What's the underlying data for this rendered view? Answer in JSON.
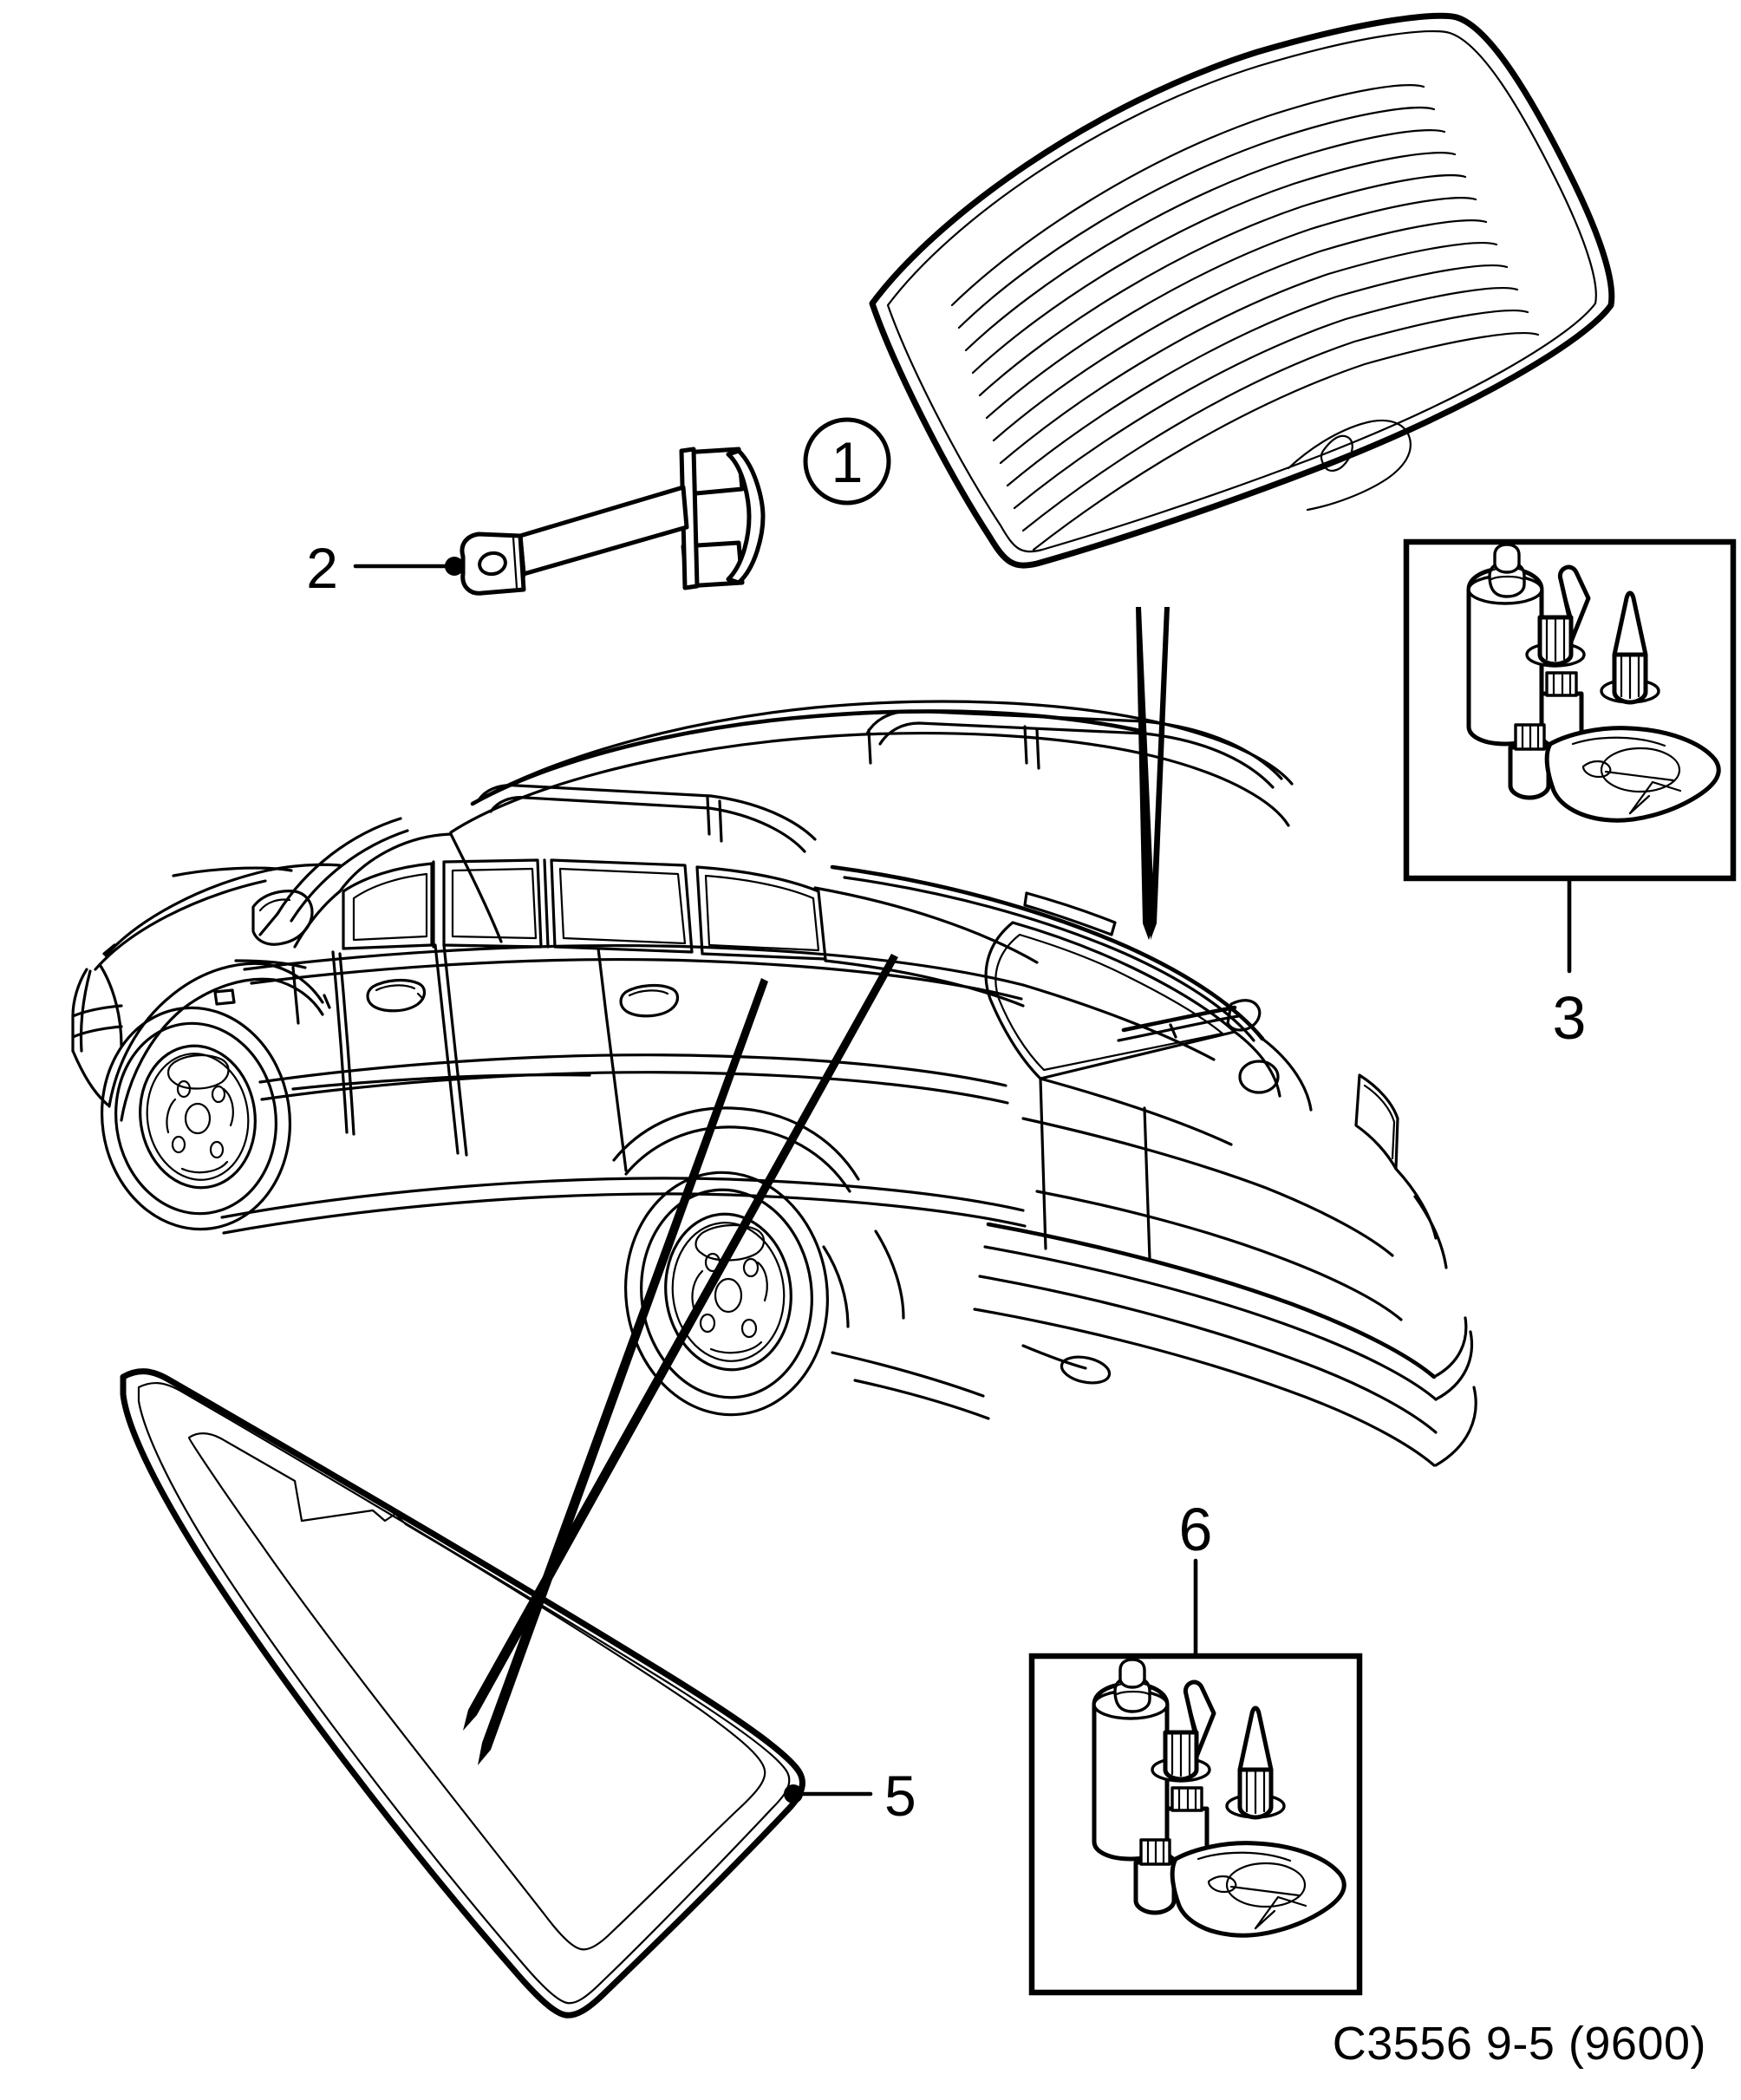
{
  "figure": {
    "caption": "C3556 9-5 (9600)",
    "type": "exploded-parts-diagram",
    "subject": "Saab 9-5 estate / wagon rear and quarter window glazing",
    "line_color": "#000000",
    "background_color": "#ffffff"
  },
  "callouts": [
    {
      "id": "1",
      "label": "1",
      "style": "circled",
      "part": "rear-windscreen-heated",
      "description": "Tailgate rear window glass with heating element grid"
    },
    {
      "id": "2",
      "label": "2",
      "style": "leader-dot",
      "part": "window-stop-bracket",
      "description": "Rear window locating stop / bracket with eyelet"
    },
    {
      "id": "3",
      "label": "3",
      "style": "leader-box",
      "part": "adhesive-kit",
      "description": "Windscreen bonding kit: adhesive cartridge, nozzles, primer bottles, wipe sachet"
    },
    {
      "id": "5",
      "label": "5",
      "style": "leader-dot",
      "part": "rear-quarter-window",
      "description": "Rear side quarter window glass"
    },
    {
      "id": "6",
      "label": "6",
      "style": "leader-box",
      "part": "adhesive-kit",
      "description": "Windscreen bonding kit: adhesive cartridge, nozzles, primer bottles, wipe sachet"
    }
  ],
  "kit_box_3": {
    "number": "3",
    "items": [
      "adhesive-cartridge",
      "nozzle-cut",
      "nozzle-pointed",
      "primer-bottle-small",
      "primer-bottle-small",
      "wipe-sachet"
    ]
  },
  "kit_box_6": {
    "number": "6",
    "items": [
      "adhesive-cartridge",
      "nozzle-cut",
      "nozzle-pointed",
      "primer-bottle-small",
      "primer-bottle-small",
      "wipe-sachet"
    ]
  },
  "vehicle": {
    "name": "saab-9-5-estate",
    "view": "rear-three-quarter"
  }
}
